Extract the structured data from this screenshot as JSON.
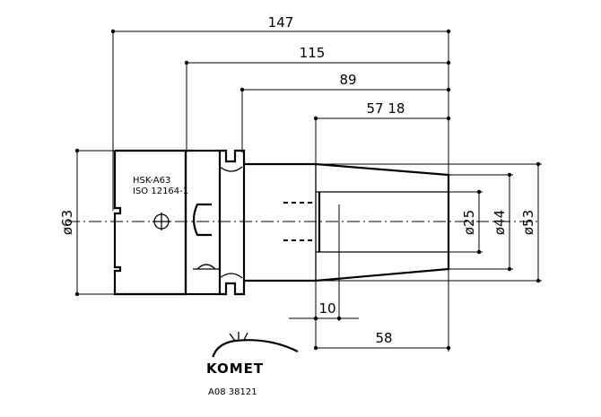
{
  "dimensions": {
    "overall_length": "147",
    "length_115": "115",
    "length_89": "89",
    "length_57_18": "57 18",
    "dia_63": "ø63",
    "dia_25": "ø25",
    "dia_44": "ø44",
    "dia_53": "ø53",
    "length_10": "10",
    "length_58": "58"
  },
  "shank_label": {
    "line1": "HSK-A63",
    "line2": "ISO 12164-1"
  },
  "logo": {
    "brand": "KOMET",
    "article_number": "A08 38121"
  }
}
